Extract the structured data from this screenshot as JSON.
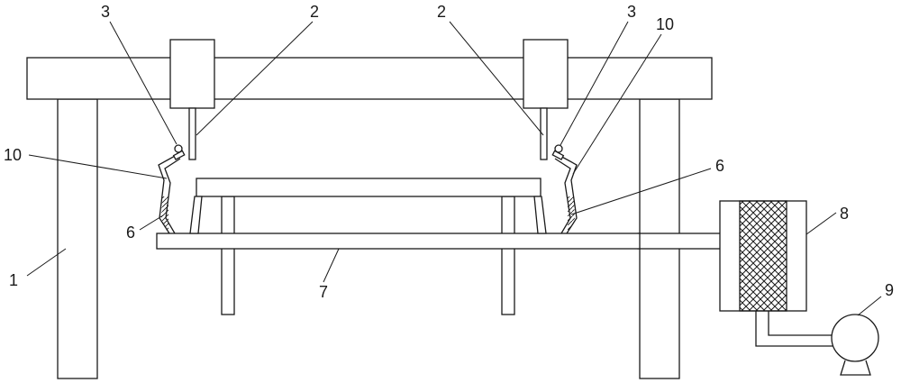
{
  "labels": {
    "frame_leg": "1",
    "sensor_rod": "2",
    "nozzle": "3",
    "side_plate": "6",
    "conveyor_plate": "7",
    "filter_box": "8",
    "fan": "9",
    "deflector": "10"
  },
  "colors": {
    "stroke": "#1a1a1a",
    "background": "#ffffff",
    "fill": "#ffffff"
  }
}
